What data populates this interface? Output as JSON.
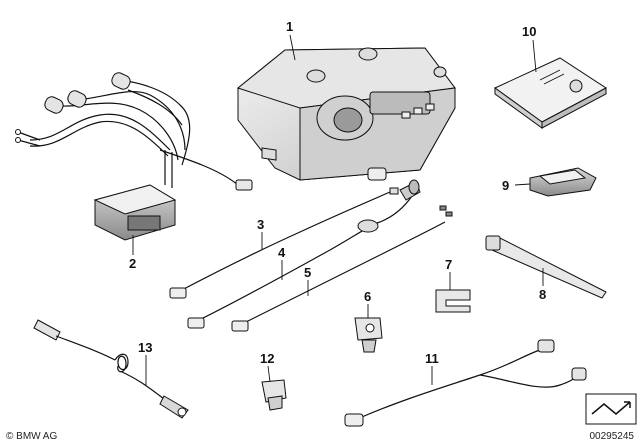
{
  "diagram": {
    "callouts": [
      {
        "id": "1",
        "label": "1"
      },
      {
        "id": "2",
        "label": "2"
      },
      {
        "id": "3",
        "label": "3"
      },
      {
        "id": "4",
        "label": "4"
      },
      {
        "id": "5",
        "label": "5"
      },
      {
        "id": "6",
        "label": "6"
      },
      {
        "id": "7",
        "label": "7"
      },
      {
        "id": "8",
        "label": "8"
      },
      {
        "id": "9",
        "label": "9"
      },
      {
        "id": "10",
        "label": "10"
      },
      {
        "id": "11",
        "label": "11"
      },
      {
        "id": "12",
        "label": "12"
      },
      {
        "id": "13",
        "label": "13"
      }
    ],
    "copyright": "© BMW AG",
    "diagram_number": "00295245"
  }
}
